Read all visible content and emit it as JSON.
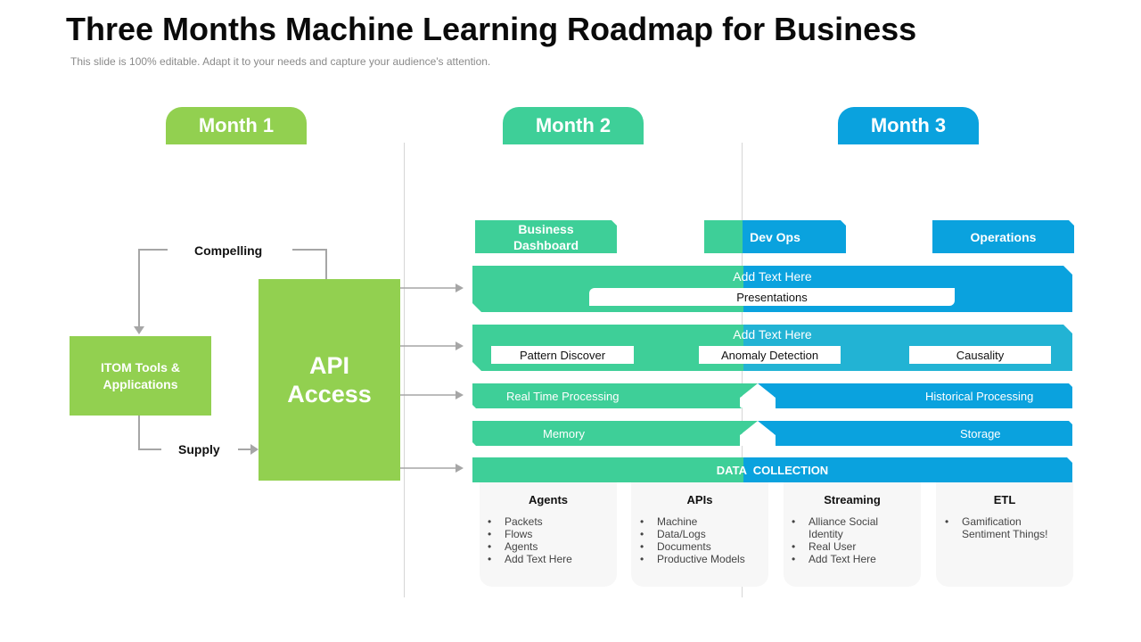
{
  "title": "Three Months Machine Learning Roadmap for Business",
  "subtitle": "This slide is 100% editable. Adapt it to your needs and capture your audience's attention.",
  "months": [
    "Month 1",
    "Month 2",
    "Month 3"
  ],
  "colors": {
    "green": "#92d050",
    "teal": "#3ecf98",
    "blue": "#0aa2de",
    "divider": "#d6d6d6",
    "connector": "#a6a6a6"
  },
  "left": {
    "itom": "ITOM Tools & Applications",
    "api": "API Access",
    "compelling": "Compelling",
    "supply": "Supply"
  },
  "headers": {
    "business_dashboard": "Business Dashboard",
    "dev_ops": "Dev Ops",
    "operations": "Operations"
  },
  "band1": {
    "label": "Add Text Here",
    "pill": "Presentations"
  },
  "band2": {
    "label": "Add Text Here",
    "pills": [
      "Pattern Discover",
      "Anomaly Detection",
      "Causality"
    ]
  },
  "band3": {
    "left": "Real Time Processing",
    "right": "Historical Processing"
  },
  "band4": {
    "left": "Memory",
    "right": "Storage"
  },
  "data_collection": "DATA  COLLECTION",
  "cards": [
    {
      "title": "Agents",
      "items": [
        "Packets",
        "Flows",
        "Agents",
        "Add Text Here"
      ]
    },
    {
      "title": "APIs",
      "items": [
        "Machine",
        "Data/Logs",
        "Documents",
        "Productive Models"
      ]
    },
    {
      "title": "Streaming",
      "items": [
        "Alliance Social Identity",
        "Real User",
        "Add Text Here"
      ]
    },
    {
      "title": "ETL",
      "items": [
        "Gamification Sentiment Things!"
      ]
    }
  ]
}
